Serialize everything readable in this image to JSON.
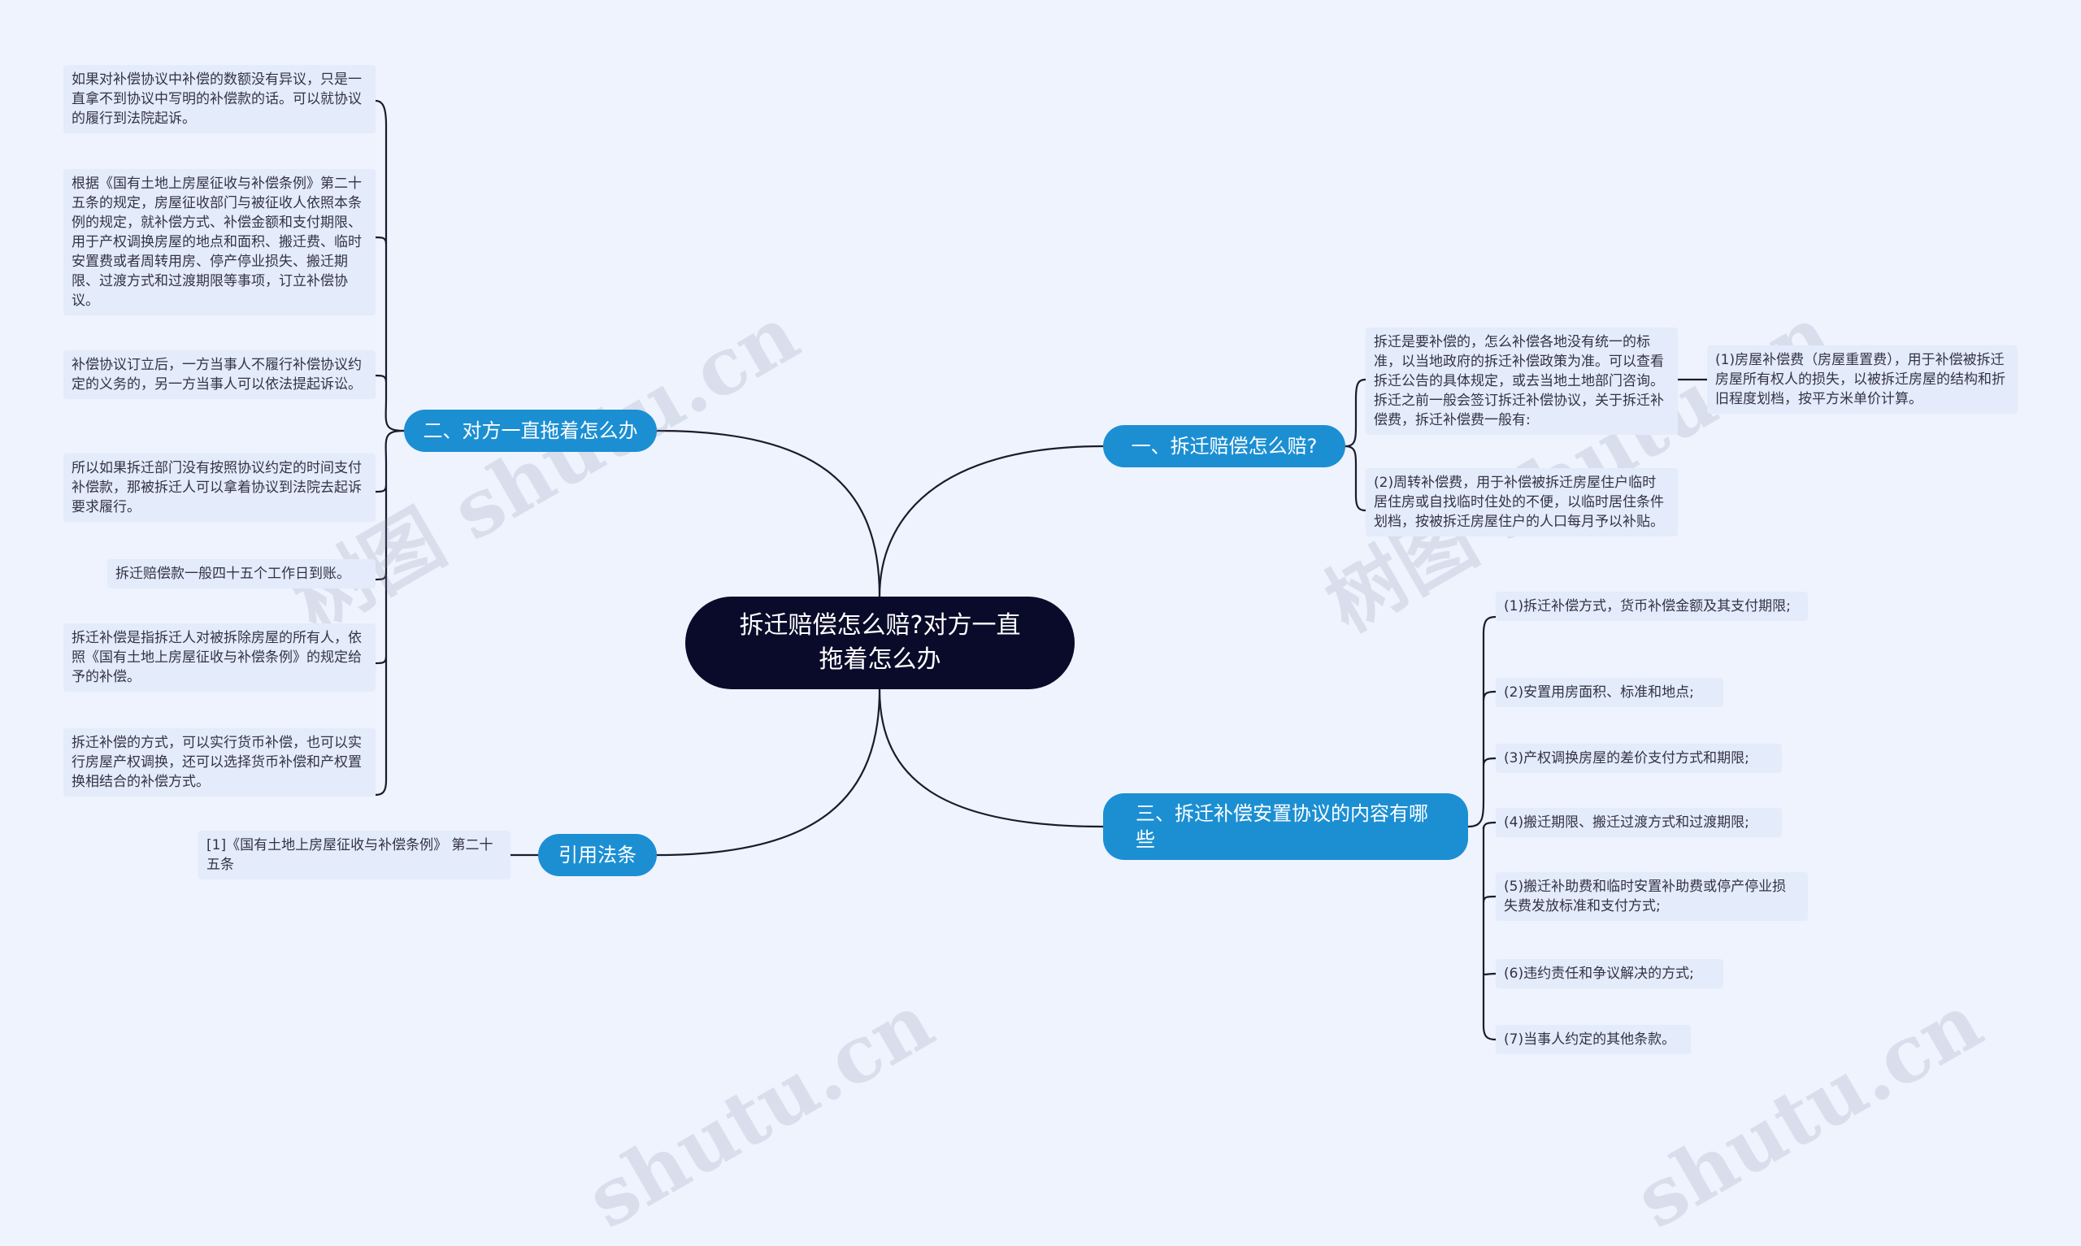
{
  "root": {
    "title": "拆迁赔偿怎么赔?对方一直拖着怎么办"
  },
  "branches": {
    "b1": {
      "label": "一、拆迁赔偿怎么赔?",
      "intro": "拆迁是要补偿的，怎么补偿各地没有统一的标准，以当地政府的拆迁补偿政策为准。可以查看拆迁公告的具体规定，或去当地土地部门咨询。拆迁之前一般会签订拆迁补偿协议，关于拆迁补偿费，拆迁补偿费一般有:",
      "intro_detail": "(1)房屋补偿费（房屋重置费），用于补偿被拆迁房屋所有权人的损失，以被拆迁房屋的结构和折旧程度划档，按平方米单价计算。",
      "item2": "(2)周转补偿费，用于补偿被拆迁房屋住户临时居住房或自找临时住处的不便，以临时居住条件划档，按被拆迁房屋住户的人口每月予以补贴。"
    },
    "b2": {
      "label": "二、对方一直拖着怎么办",
      "items": [
        "如果对补偿协议中补偿的数额没有异议，只是一直拿不到协议中写明的补偿款的话。可以就协议的履行到法院起诉。",
        "根据《国有土地上房屋征收与补偿条例》第二十五条的规定，房屋征收部门与被征收人依照本条例的规定，就补偿方式、补偿金额和支付期限、用于产权调换房屋的地点和面积、搬迁费、临时安置费或者周转用房、停产停业损失、搬迁期限、过渡方式和过渡期限等事项，订立补偿协议。",
        "补偿协议订立后，一方当事人不履行补偿协议约定的义务的，另一方当事人可以依法提起诉讼。",
        "所以如果拆迁部门没有按照协议约定的时间支付补偿款，那被拆迁人可以拿着协议到法院去起诉要求履行。",
        "拆迁赔偿款一般四十五个工作日到账。",
        "拆迁补偿是指拆迁人对被拆除房屋的所有人，依照《国有土地上房屋征收与补偿条例》的规定给予的补偿。",
        "拆迁补偿的方式，可以实行货币补偿，也可以实行房屋产权调换，还可以选择货币补偿和产权置换相结合的补偿方式。"
      ]
    },
    "b3": {
      "label": "三、拆迁补偿安置协议的内容有哪些",
      "items": [
        "(1)拆迁补偿方式，货币补偿金额及其支付期限;",
        "(2)安置用房面积、标准和地点;",
        "(3)产权调换房屋的差价支付方式和期限;",
        "(4)搬迁期限、搬迁过渡方式和过渡期限;",
        "(5)搬迁补助费和临时安置补助费或停产停业损失费发放标准和支付方式;",
        "(6)违约责任和争议解决的方式;",
        "(7)当事人约定的其他条款。"
      ]
    },
    "b4": {
      "label": "引用法条",
      "items": [
        "[1]《国有土地上房屋征收与补偿条例》 第二十五条"
      ]
    }
  },
  "watermarks": [
    "树图 shutu.cn",
    "树图 shutu.cn",
    "shutu.cn",
    "shutu.cn"
  ],
  "colors": {
    "background": "#eef3fd",
    "root": "#0a0a2a",
    "branch": "#1c8fd3",
    "leaf": "#e4ebfa",
    "line": "#1b1b2e"
  }
}
